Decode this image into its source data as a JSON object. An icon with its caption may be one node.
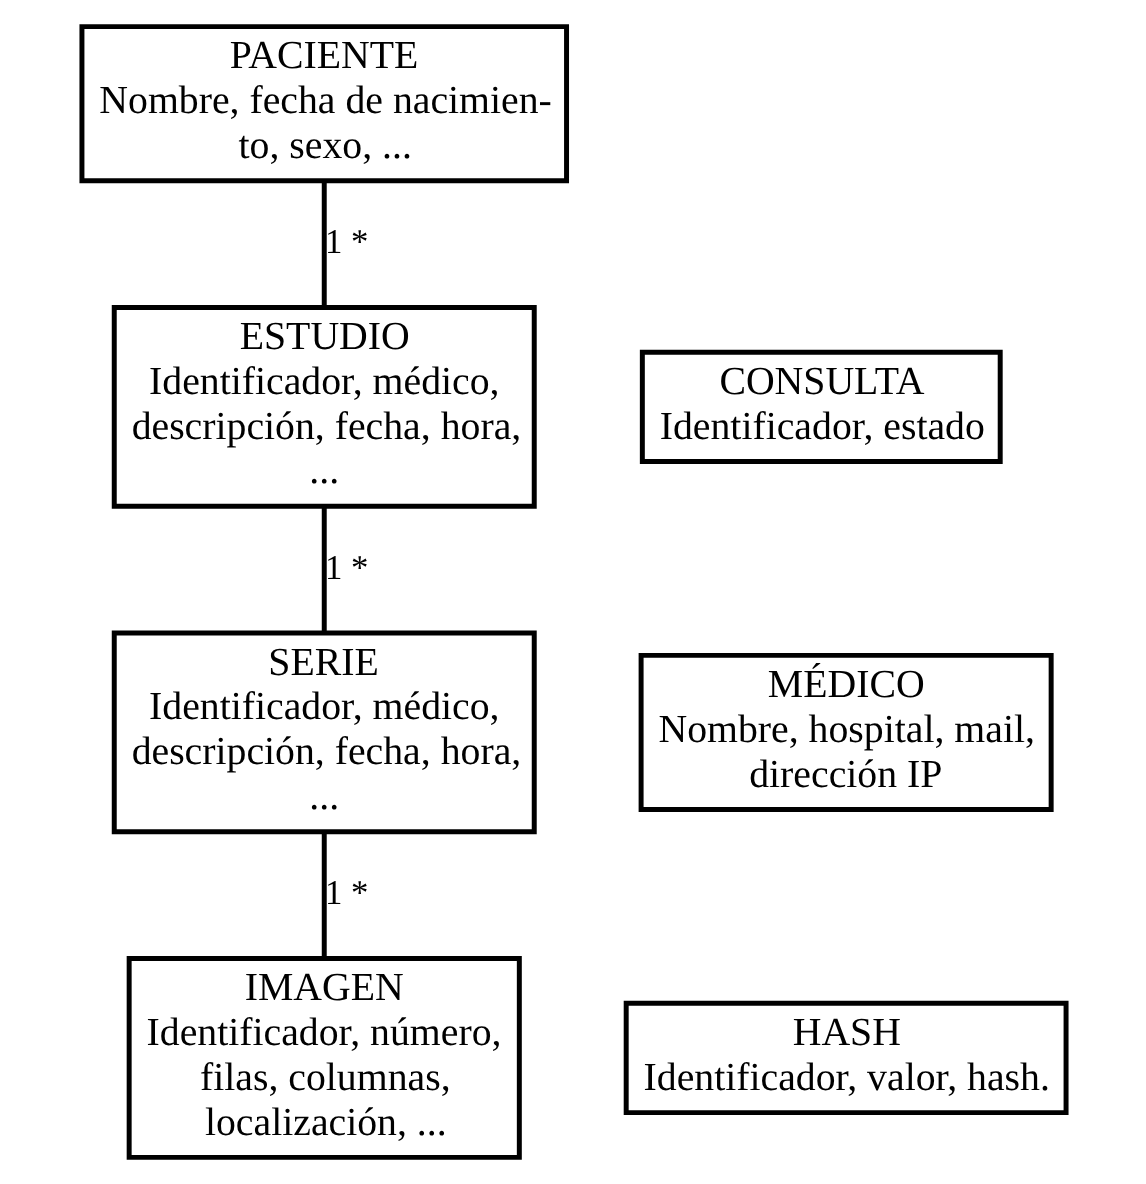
{
  "diagram": {
    "nodes": [
      {
        "text": [
          "PACIENTE",
          "Nombre, fecha de nacimien-to, sexo, ..."
        ]
      },
      {
        "text": [
          "ESTUDIO",
          "Identificador, médico, descripción, fecha, hora, ..."
        ]
      },
      {
        "text": [
          "SERIE",
          "Identificador, médico, descripción, fecha, hora, ..."
        ]
      },
      {
        "text": [
          "IMAGEN",
          "Identificador, número, filas, columnas, localización, ..."
        ]
      },
      {
        "text": [
          "CONSULTA",
          "Identificador, estado"
        ]
      },
      {
        "text": [
          "MÉDICO",
          "Nombre, hospital, mail, dirección IP"
        ]
      },
      {
        "text": [
          "HASH",
          "Identificador, valor, hash."
        ]
      }
    ],
    "edges": [
      {
        "from": 0,
        "to": 1,
        "arrow": "none",
        "label": "1 *"
      },
      {
        "from": 1,
        "to": 2,
        "arrow": "none",
        "label": "1 *"
      },
      {
        "from": 2,
        "to": 3,
        "arrow": "none",
        "label": "1 *"
      }
    ]
  }
}
